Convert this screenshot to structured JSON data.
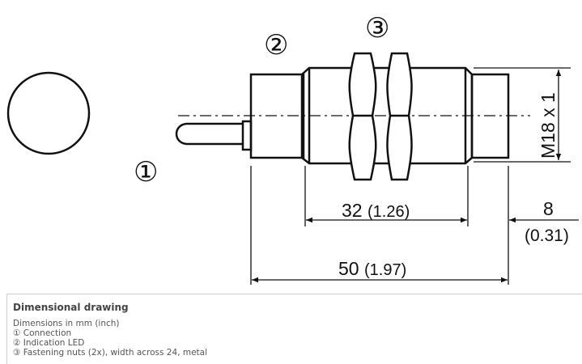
{
  "drawing": {
    "callouts": [
      "①",
      "②",
      "③"
    ],
    "thread_label": "M18 x 1",
    "dim_32": {
      "mm": "32",
      "inch": "(1.26)"
    },
    "dim_8": {
      "mm": "8",
      "inch": "(0.31)"
    },
    "dim_50": {
      "mm": "50",
      "inch": "(1.97)"
    }
  },
  "caption": {
    "title": "Dimensional drawing",
    "lines": [
      "Dimensions in mm (inch)",
      "① Connection",
      "② Indication LED",
      "③ Fastening nuts (2x), width across 24, metal"
    ]
  }
}
